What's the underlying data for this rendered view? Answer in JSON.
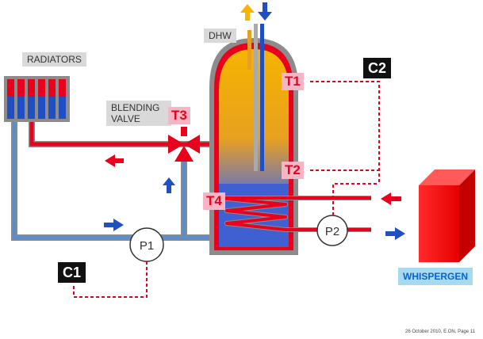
{
  "labels": {
    "dhw": "DHW",
    "radiators": "RADIATORS",
    "blending_valve": "BLENDING VALVE",
    "whispergen": "WHISPERGEN",
    "footer": "26 October 2010, E.ON, Page 11"
  },
  "sensors": {
    "t1": "T1",
    "t2": "T2",
    "t3": "T3",
    "t4": "T4"
  },
  "controllers": {
    "c1": "C1",
    "c2": "C2"
  },
  "pumps": {
    "p1": "P1",
    "p2": "P2"
  },
  "colors": {
    "hot": "#e8001c",
    "cold": "#1f4fc2",
    "pipe_cold": "#5b8ec9",
    "pipe_grey": "#8c8c8c",
    "tank_top": "#f5b400",
    "tank_bottom": "#1a4fd0",
    "control_line": "#e8001c",
    "hot_water_arrow": "#f5b400"
  }
}
